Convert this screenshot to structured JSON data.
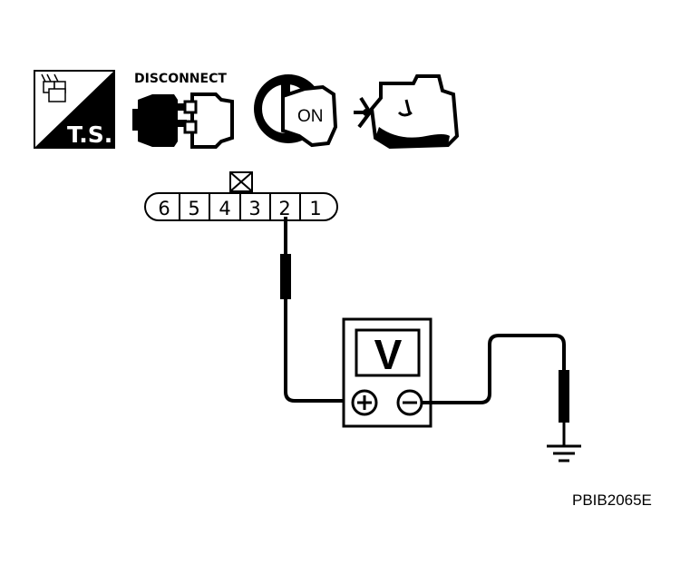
{
  "icons": {
    "ts_label": "T.S.",
    "disconnect_label": "DISCONNECT",
    "ignition_label": "ON"
  },
  "connector": {
    "pins": [
      "6",
      "5",
      "4",
      "3",
      "2",
      "1"
    ]
  },
  "meter": {
    "label": "V",
    "positive_symbol": "+",
    "negative_symbol": "−"
  },
  "figure_id": "PBIB2065E"
}
